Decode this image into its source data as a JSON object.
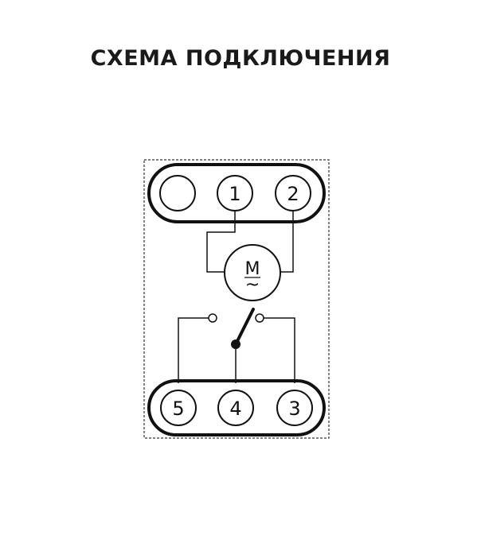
{
  "title": "СХЕМА ПОДКЛЮЧЕНИЯ",
  "diagram": {
    "top_terminals": [
      "",
      "1",
      "2"
    ],
    "bottom_terminals": [
      "5",
      "4",
      "3"
    ],
    "motor_label": "M",
    "motor_sub": "~"
  }
}
